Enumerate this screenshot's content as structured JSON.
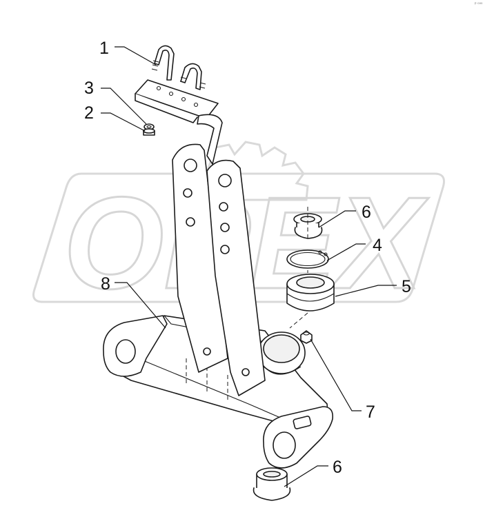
{
  "corner_mark": "ᴾ ⁰⁰⁰",
  "watermark": {
    "text": "OPEX",
    "color": "#d6d6d6"
  },
  "callouts": [
    {
      "id": "c1",
      "label": "1"
    },
    {
      "id": "c3",
      "label": "3"
    },
    {
      "id": "c2",
      "label": "2"
    },
    {
      "id": "c6a",
      "label": "6"
    },
    {
      "id": "c4",
      "label": "4"
    },
    {
      "id": "c5",
      "label": "5"
    },
    {
      "id": "c8",
      "label": "8"
    },
    {
      "id": "c7",
      "label": "7"
    },
    {
      "id": "c6b",
      "label": "6"
    }
  ]
}
